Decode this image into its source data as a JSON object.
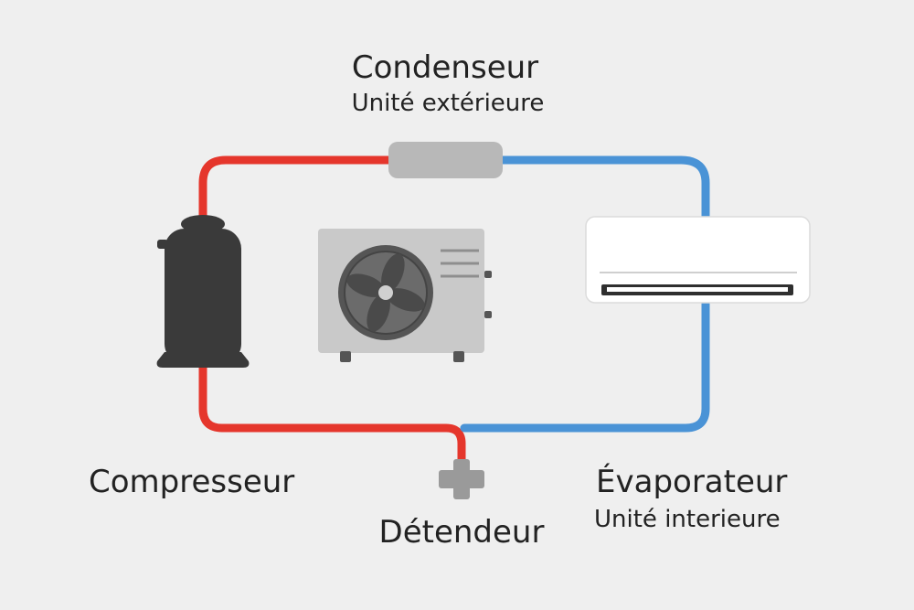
{
  "labels": {
    "condenser": {
      "title": "Condenseur",
      "subtitle": "Unité extérieure"
    },
    "compressor": {
      "title": "Compresseur"
    },
    "expansion_valve": {
      "title": "Détendeur"
    },
    "evaporator": {
      "title": "Évaporateur",
      "subtitle": "Unité interieure"
    }
  },
  "colors": {
    "hot_line": "#e5362c",
    "cold_line": "#4a93d6",
    "background": "#efefef",
    "compressor": "#3a3a3a",
    "condenser_coil": "#b8b8b8",
    "outdoor_unit": "#c9c9c9",
    "indoor_unit": "#ffffff",
    "valve": "#9a9a9a"
  },
  "icons": [
    "compressor-icon",
    "outdoor-unit-icon",
    "fan-icon",
    "indoor-unit-icon",
    "expansion-valve-icon",
    "condenser-coil-icon"
  ]
}
